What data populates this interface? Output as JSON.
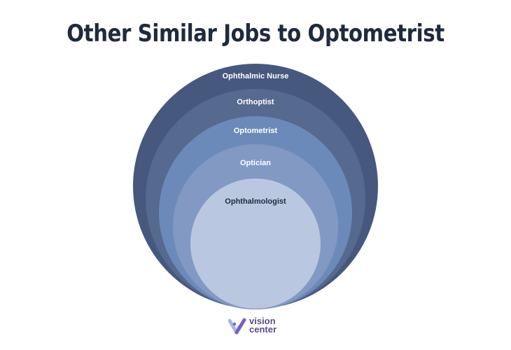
{
  "title": "Other Similar Jobs to Optometrist",
  "colors": {
    "title": "#1f2a3d",
    "ring_1": "#47587f",
    "ring_2": "#56698f",
    "ring_3": "#6b8ab9",
    "ring_4": "#8199c3",
    "ring_5": "#b9c7e0",
    "label_light": "#ffffff",
    "label_dark": "#1f2a3d",
    "logo_purple": "#7b5ccc",
    "logo_blue": "#9fb8ef"
  },
  "rings": [
    {
      "label": "Ophthalmic Nurse",
      "color": "#47587f",
      "text_color": "#ffffff"
    },
    {
      "label": "Orthoptist",
      "color": "#56698f",
      "text_color": "#ffffff"
    },
    {
      "label": "Optometrist",
      "color": "#6b8ab9",
      "text_color": "#ffffff"
    },
    {
      "label": "Optician",
      "color": "#8199c3",
      "text_color": "#ffffff"
    },
    {
      "label": "Ophthalmologist",
      "color": "#b9c7e0",
      "text_color": "#1f2a3d"
    }
  ],
  "logo": {
    "line1": "vision",
    "line2": "center",
    "icon": "vision-center-v-icon"
  }
}
